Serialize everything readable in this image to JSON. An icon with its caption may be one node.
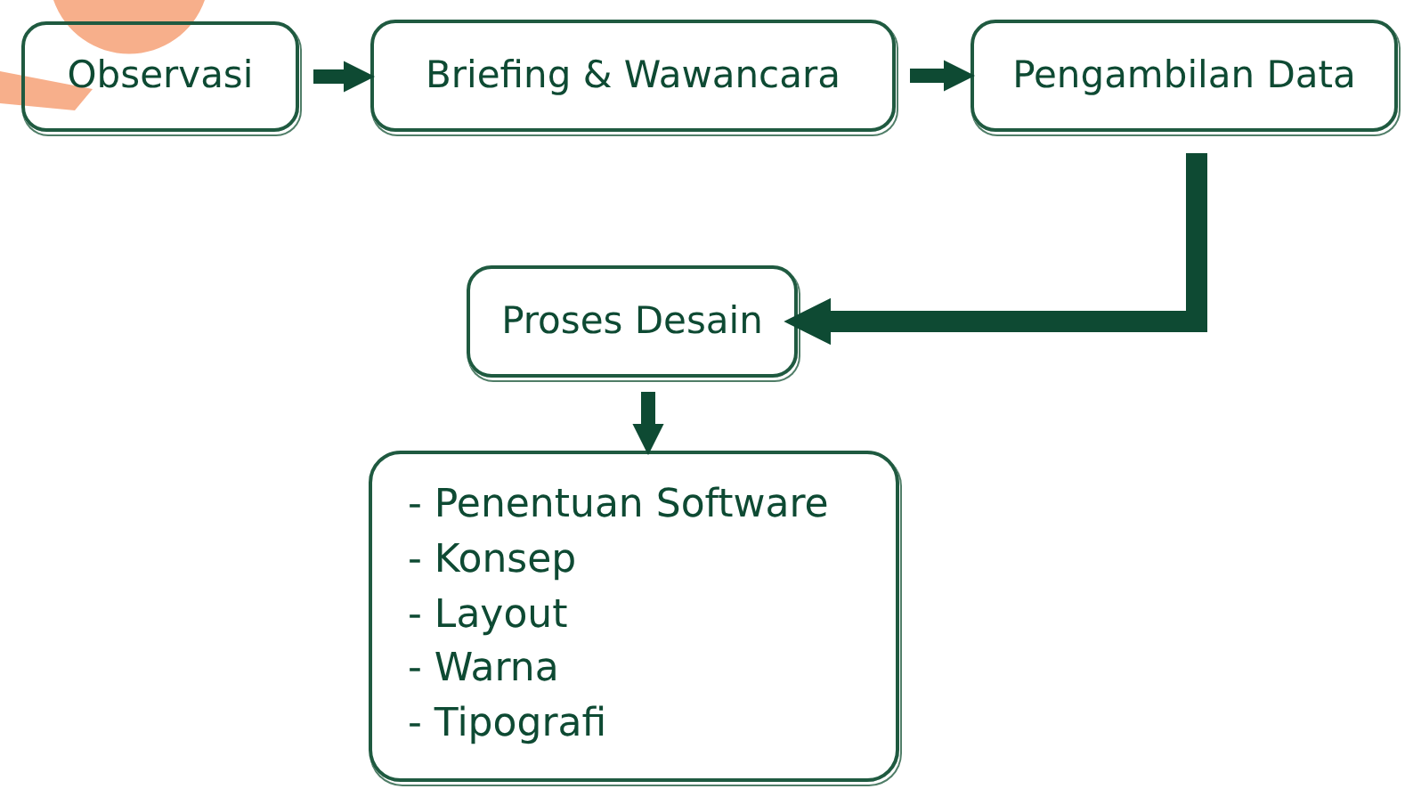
{
  "diagram": {
    "nodes": [
      {
        "text": [
          "Observasi"
        ]
      },
      {
        "text": [
          "Briefing & Wawancara"
        ]
      },
      {
        "text": [
          "Pengambilan Data"
        ]
      },
      {
        "text": [
          "Proses Desain"
        ]
      },
      {
        "text": [
          "- Penentuan Software",
          "- Konsep",
          "- Layout",
          "- Warna",
          "- Tipografi"
        ]
      }
    ],
    "edges": [
      {
        "from": 0,
        "to": 1,
        "arrow": "to"
      },
      {
        "from": 1,
        "to": 2,
        "arrow": "to"
      },
      {
        "from": 2,
        "to": 3,
        "arrow": "to"
      },
      {
        "from": 3,
        "to": 4,
        "arrow": "to"
      }
    ]
  }
}
